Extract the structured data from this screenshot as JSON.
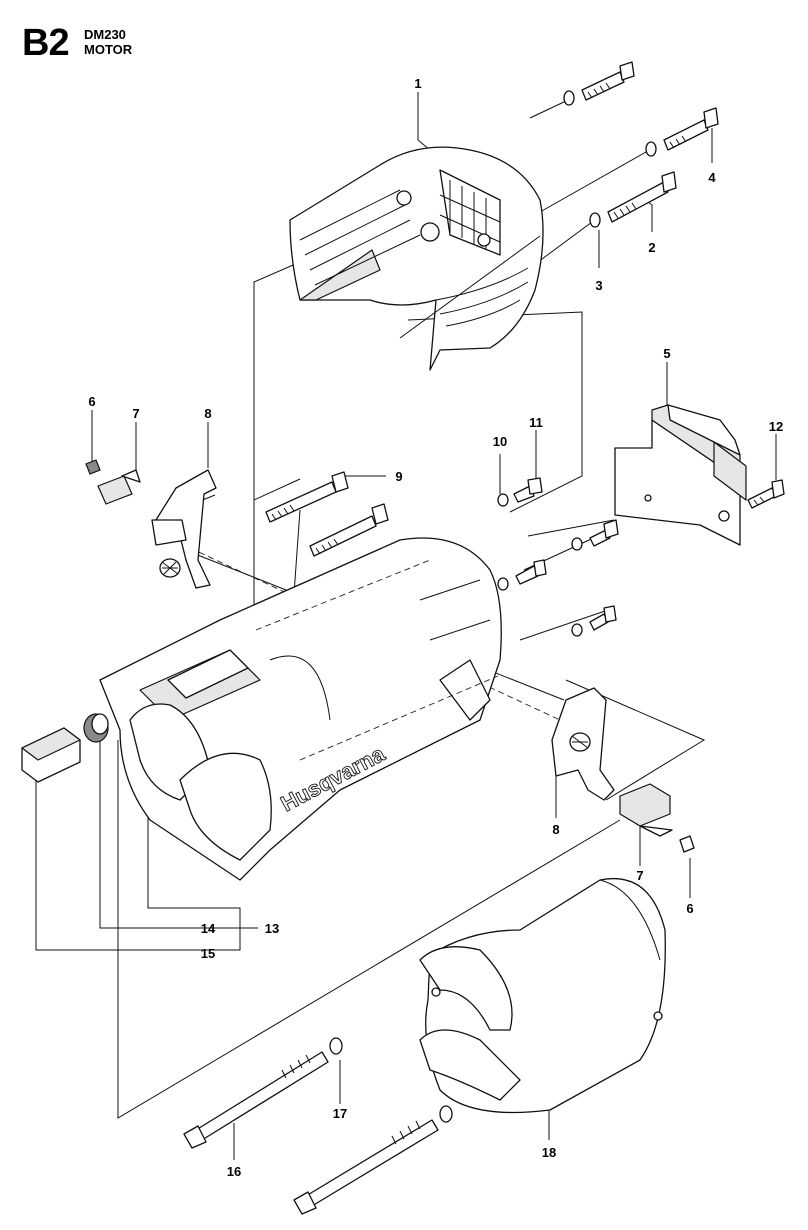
{
  "header": {
    "section_code": "B2",
    "model": "DM230",
    "section_title": "MOTOR"
  },
  "housing_brand": "Husqvarna",
  "callouts": [
    "1",
    "2",
    "3",
    "4",
    "5",
    "6",
    "7",
    "8",
    "9",
    "10",
    "11",
    "12",
    "8",
    "7",
    "6",
    "14",
    "13",
    "15",
    "16",
    "17",
    "18"
  ]
}
